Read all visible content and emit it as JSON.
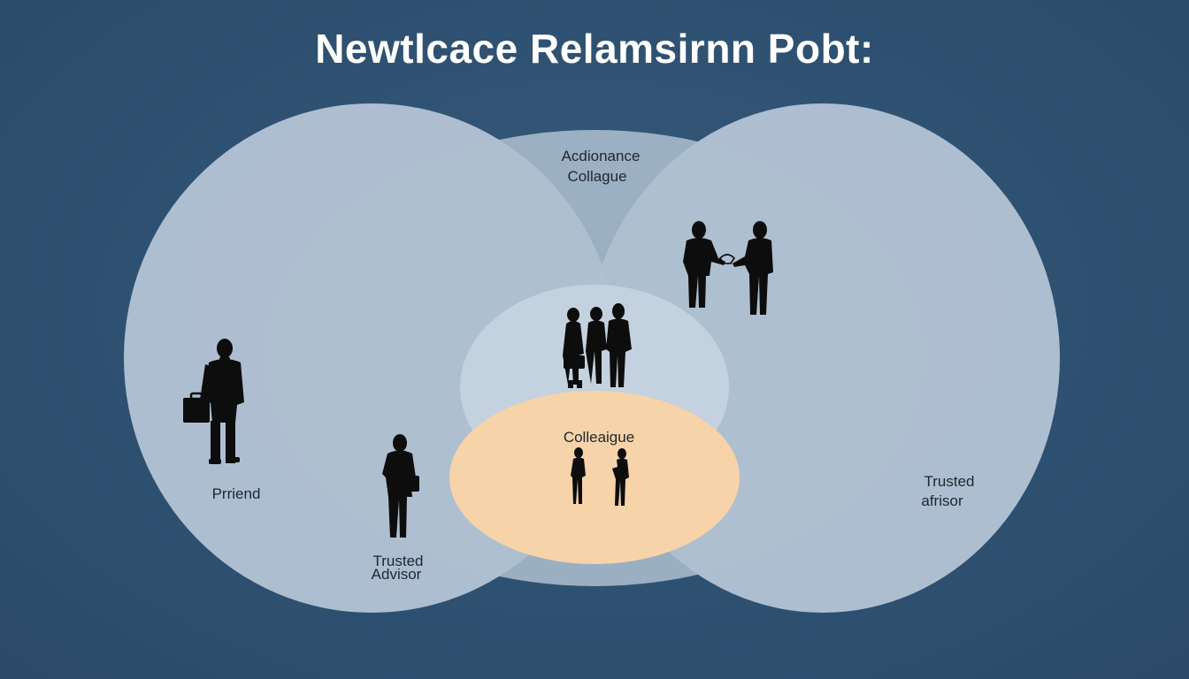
{
  "title": "Newtlcace Relamsirnn Pobt:",
  "labels": {
    "top_line1": "Acdionance",
    "top_line2": "Collague",
    "center": "Colleaigue",
    "left_friend": "Prriend",
    "bottom_left_line1": "Trusted",
    "bottom_left_line2": "Advisor",
    "right_line1": "Trusted",
    "right_line2": "afrisor"
  },
  "colors": {
    "background": "#2f5171",
    "outer_circle": "#b9c8d8",
    "middle_circle": "#aebfd0",
    "inner_circle": "#c6d3df",
    "core_circle": "#f6d3a8",
    "silhouette": "#0d0d0d",
    "title": "#ffffff"
  },
  "icons": [
    "businessman-with-briefcase-icon",
    "business-trio-icon",
    "handshake-pair-icon",
    "person-with-bag-icon",
    "conversing-pair-icon"
  ]
}
